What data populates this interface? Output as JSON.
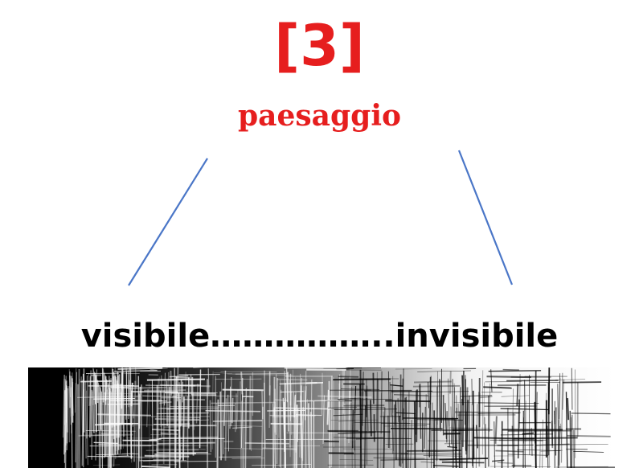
{
  "title": {
    "number": "[3]",
    "subtitle": "paesaggio"
  },
  "spectrum": {
    "left": "visibile",
    "dots": "……………..",
    "right": "invisibile"
  },
  "colors": {
    "title": "#e61e1e",
    "connector": "#4a76c7",
    "label": "#000000",
    "texture_dark": "#000000",
    "texture_light": "#ffffff"
  },
  "gradient": {
    "direction": "dark-to-light",
    "style": "crosshatch"
  }
}
